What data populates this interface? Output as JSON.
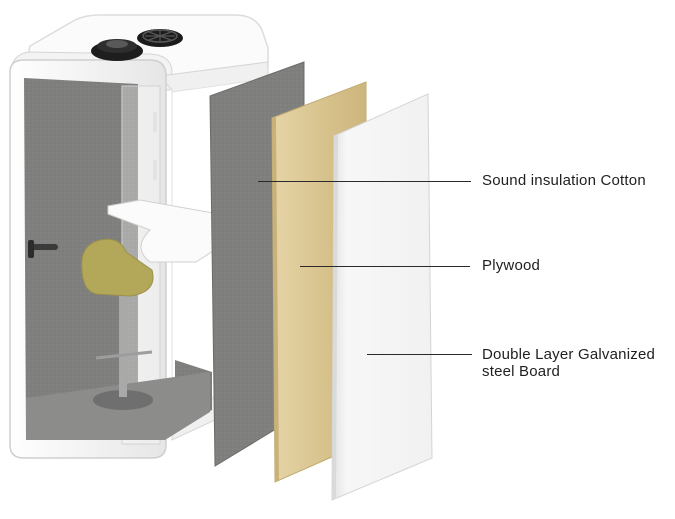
{
  "labels": {
    "insulation": "Sound insulation Cotton",
    "plywood": "Plywood",
    "steel_line1": "Double Layer Galvanized",
    "steel_line2": "steel Board"
  },
  "colors": {
    "booth_frame": "#f7f7f7",
    "booth_frame_edge": "#d9d9d9",
    "felt_interior": "#8e8e8e",
    "insulation_panel": "#7c7c7a",
    "plywood_panel": "#dcc898",
    "steel_panel": "#f4f4f4",
    "chair_seat": "#b3a75a",
    "leader_line": "#2a2a2a"
  },
  "icons": [
    "ventilation-fan-icon",
    "ceiling-light-icon",
    "door-handle-icon"
  ]
}
